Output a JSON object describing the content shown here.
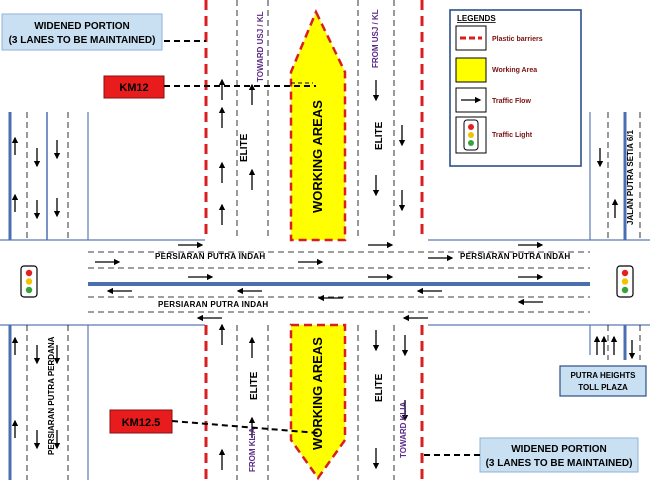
{
  "callouts": {
    "widened_line1": "WIDENED PORTION",
    "widened_line2": "(3 LANES TO BE MAINTAINED)",
    "km12": "KM12",
    "km12_5": "KM12.5"
  },
  "roads": {
    "main_road": "PERSIARAN PUTRA INDAH",
    "highway": "ELITE",
    "left_side": "PERSIARAN PUTRA PERDANA",
    "right_side": "JALAN PUTRA SETIA 6/1"
  },
  "directions": {
    "toward_usj_kl": "TOWARD USJ / KL",
    "from_usj_kl": "FROM USJ / KL",
    "from_klia": "FROM KLIA",
    "toward_klia": "TOWARD KLIA"
  },
  "labels": {
    "working_areas": "WORKING AREAS",
    "toll_line1": "PUTRA HEIGHTS",
    "toll_line2": "TOLL PLAZA"
  },
  "legend": {
    "title": "LEGENDS",
    "items": [
      "Plastic barriers",
      "Working Area",
      "Traffic Flow",
      "Traffic Light"
    ]
  },
  "colors": {
    "barrier": "#d81e1e",
    "working_area": "#ffff00",
    "callout_fill": "#c9e0f3",
    "km_marker": "#e81c1c",
    "road_line": "#4a6fb0"
  }
}
